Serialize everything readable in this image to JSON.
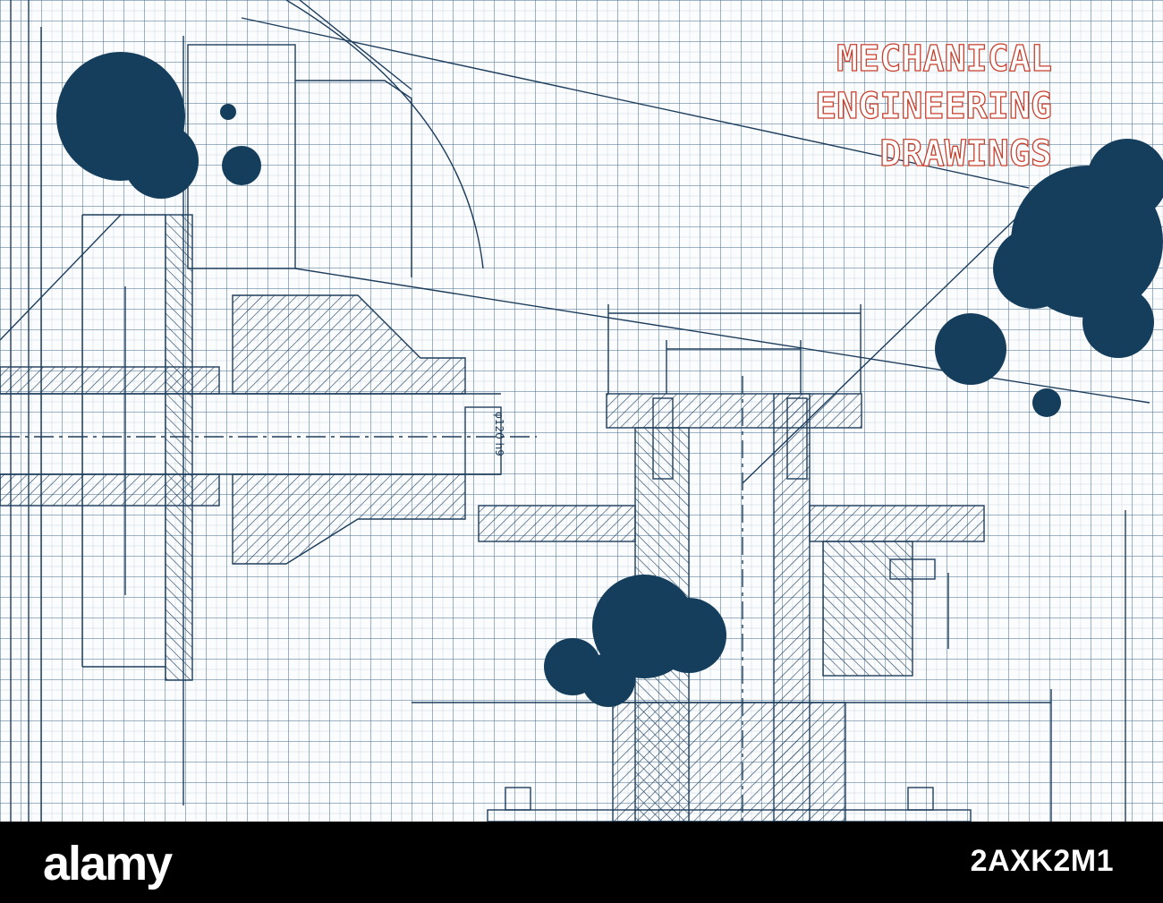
{
  "title_lines": [
    "MECHANICAL",
    "ENGINEERING",
    "DRAWINGS"
  ],
  "dimension_label": "φ120 h9",
  "watermark": {
    "logo": "alamy",
    "image_id": "2AXK2M1"
  },
  "colors": {
    "line": "#1d3d5c",
    "ink_blot": "#153e5c",
    "title_outline": "#c8402e",
    "footer_bg": "#000000"
  }
}
